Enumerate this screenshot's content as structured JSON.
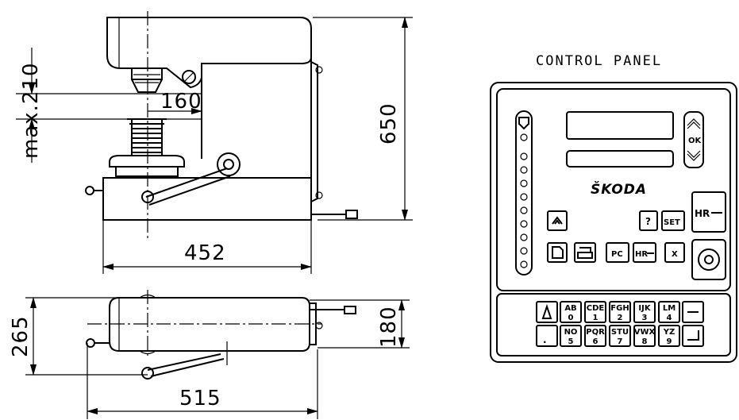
{
  "panel": {
    "title": "CONTROL PANEL",
    "brand": "ŠKODA",
    "buttons": {
      "ok": "OK",
      "question": "?",
      "set": "SET",
      "hr_big": "HR",
      "pc": "PC",
      "hr_small": "HR",
      "x": "X"
    },
    "keypad_top": [
      {
        "letters": "AB",
        "digit": "0"
      },
      {
        "letters": "CDE",
        "digit": "1"
      },
      {
        "letters": "FGH",
        "digit": "2"
      },
      {
        "letters": "IJK",
        "digit": "3"
      },
      {
        "letters": "LM",
        "digit": "4"
      }
    ],
    "keypad_bottom": [
      {
        "letters": "NO",
        "digit": "5"
      },
      {
        "letters": "PQR",
        "digit": "6"
      },
      {
        "letters": "STU",
        "digit": "7"
      },
      {
        "letters": "VWX",
        "digit": "8"
      },
      {
        "letters": "YZ",
        "digit": "9"
      }
    ],
    "dot_key": "."
  },
  "dimensions": {
    "max_height": "max.210",
    "throat": "160",
    "height": "650",
    "width_side": "452",
    "depth": "265",
    "depth_inner": "180",
    "width_top": "515"
  }
}
